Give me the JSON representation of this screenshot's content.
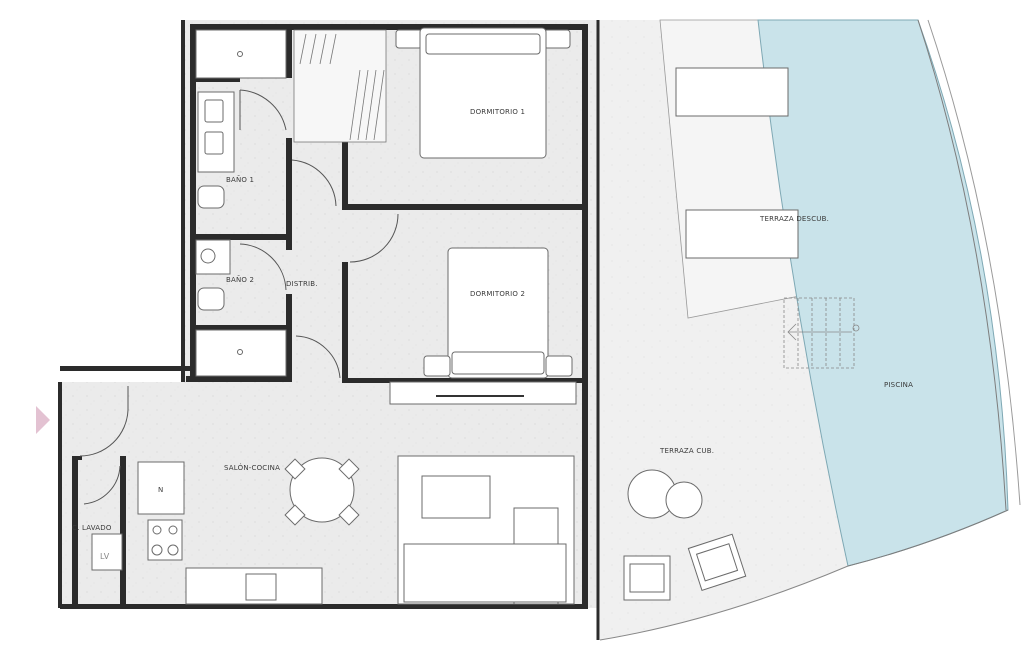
{
  "colors": {
    "floor": "#ececec",
    "terrace": "#efefef",
    "pool": "#c9e3ea",
    "wall": "#2b2b2b",
    "entry_marker": "#e3c2d2"
  },
  "rooms": {
    "dormitorio_1": "DORMITORIO 1",
    "dormitorio_2": "DORMITORIO 2",
    "bano_1": "BAÑO 1",
    "bano_2": "BAÑO 2",
    "distrib": "DISTRIB.",
    "salon_cocina": "SALÓN-COCINA",
    "c_lavado": "C. LAVADO",
    "terraza_descub": "TERRAZA DESCUB.",
    "terraza_cub": "TERRAZA CUB.",
    "piscina": "PISCINA"
  },
  "appliances": {
    "lavadora": "LV",
    "fridge": "N"
  },
  "icons": {
    "entry": "entry-arrow-icon"
  }
}
